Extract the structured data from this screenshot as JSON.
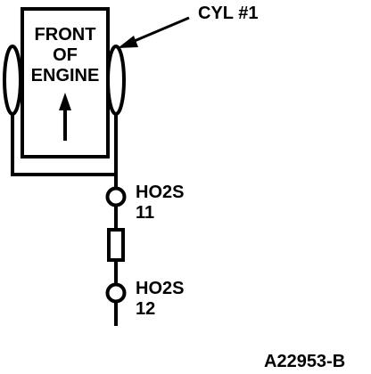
{
  "diagram": {
    "engine_label": [
      "FRONT",
      "OF",
      "ENGINE"
    ],
    "cylinder_label": "CYL #1",
    "sensor_upstream": [
      "HO2S",
      "11"
    ],
    "sensor_downstream": [
      "HO2S",
      "12"
    ],
    "figure_id": "A22953-B"
  },
  "colors": {
    "ink": "#000000",
    "background": "#ffffff"
  }
}
